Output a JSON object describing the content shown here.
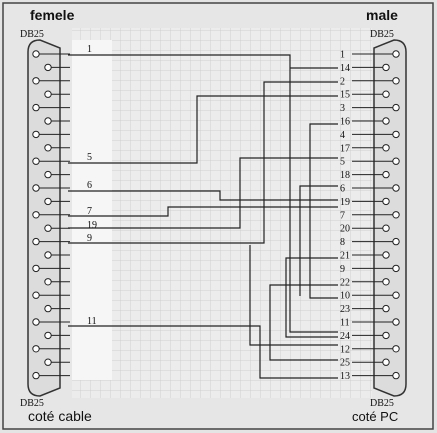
{
  "labels": {
    "left_top": "femele",
    "right_top": "male",
    "left_connector": "DB25",
    "right_connector": "DB25",
    "left_connector_bottom": "DB25",
    "right_connector_bottom": "DB25",
    "bottom_left": "coté cable",
    "bottom_right": "coté PC"
  },
  "left_wire_numbers": [
    "1",
    "5",
    "6",
    "7",
    "19",
    "9",
    "11"
  ],
  "right_pin_numbers": [
    "1",
    "14",
    "2",
    "15",
    "3",
    "16",
    "4",
    "17",
    "5",
    "18",
    "6",
    "19",
    "7",
    "20",
    "8",
    "21",
    "9",
    "22",
    "10",
    "23",
    "11",
    "24",
    "12",
    "25",
    "13"
  ]
}
